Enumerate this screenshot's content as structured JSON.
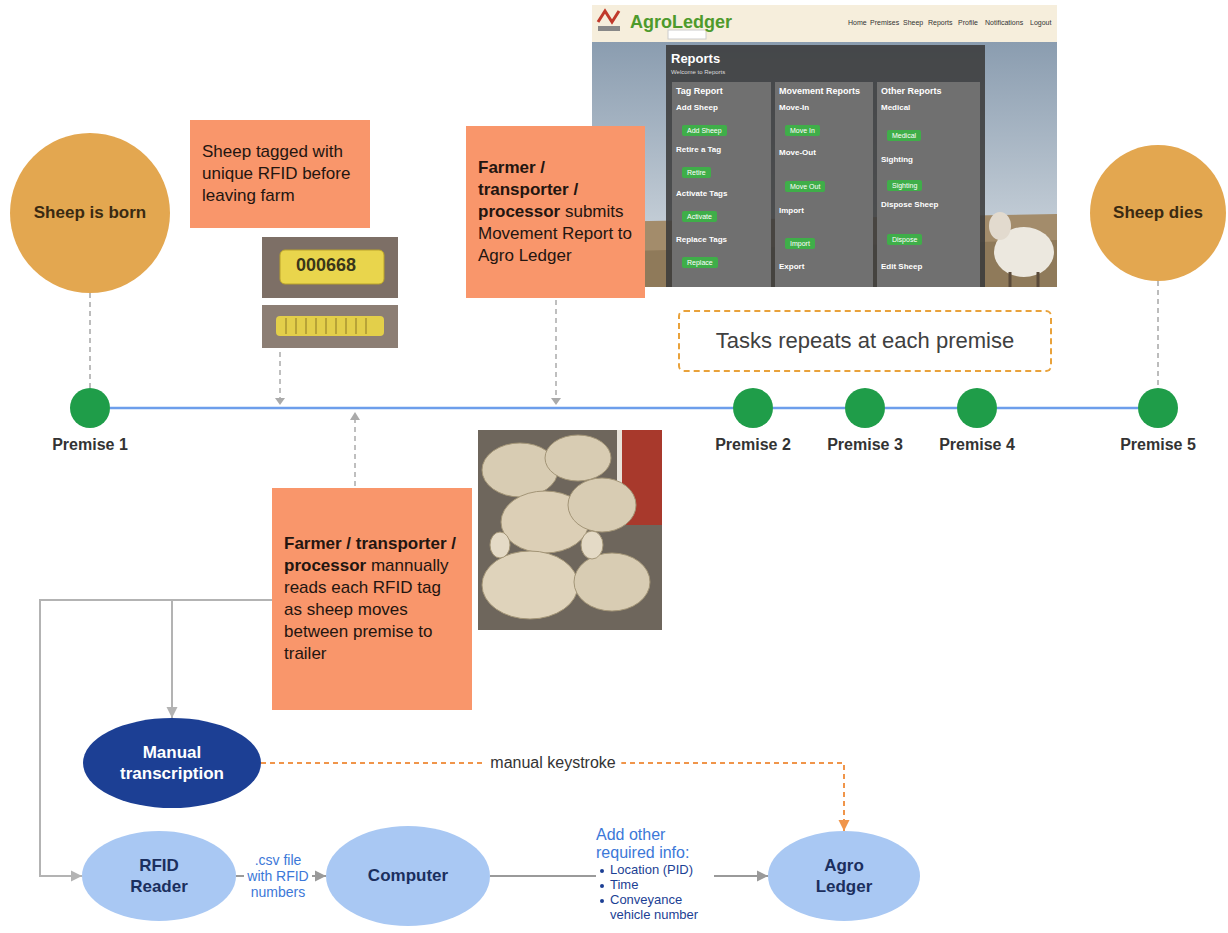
{
  "diagram": {
    "nodes": [
      {
        "text": [
          "Sheep is born"
        ]
      },
      {
        "text": [
          "Sheep tagged with unique RFID before leaving farm"
        ]
      },
      {
        "text": [
          "Farmer / transporter / processor",
          "submits Movement Report to Agro Ledger"
        ]
      },
      {
        "text": [
          "Sheep dies"
        ]
      },
      {
        "text": [
          "Tasks repeats at each premise"
        ]
      },
      {
        "text": [
          "Premise 1"
        ]
      },
      {
        "text": [
          "Premise 2"
        ]
      },
      {
        "text": [
          "Premise 3"
        ]
      },
      {
        "text": [
          "Premise 4"
        ]
      },
      {
        "text": [
          "Premise 5"
        ]
      },
      {
        "text": [
          "Farmer / transporter / processor",
          "mannually reads each RFID tag as sheep moves between premise to trailer"
        ]
      },
      {
        "text": [
          "Manual transcription"
        ]
      },
      {
        "text": [
          "RFID Reader"
        ]
      },
      {
        "text": [
          "Computer"
        ]
      },
      {
        "text": [
          "Agro Ledger"
        ]
      }
    ],
    "edges": [
      {
        "from": 0,
        "to": 5,
        "arrow": "none"
      },
      {
        "from": 5,
        "to": 6,
        "arrow": "none"
      },
      {
        "from": 6,
        "to": 7,
        "arrow": "none"
      },
      {
        "from": 7,
        "to": 8,
        "arrow": "none"
      },
      {
        "from": 8,
        "to": 9,
        "arrow": "none"
      },
      {
        "from": 3,
        "to": 9,
        "arrow": "none"
      },
      {
        "from": 10,
        "to": 11,
        "arrow": "to"
      },
      {
        "from": 10,
        "to": 12,
        "arrow": "to"
      },
      {
        "from": 11,
        "to": 14,
        "arrow": "to",
        "label": "manual keystroke"
      },
      {
        "from": 12,
        "to": 13,
        "arrow": "to",
        "label": ".csv file with RFID numbers"
      },
      {
        "from": 13,
        "to": 14,
        "arrow": "to",
        "label": "Add other required info:"
      }
    ],
    "labels": [
      "000668",
      "AgroLedger",
      "Home",
      "Premises",
      "Sheep",
      "Reports",
      "Profile",
      "Notifications",
      "Logout",
      "Reports",
      "Tag Report",
      "Add Sheep",
      "Add Sheep",
      "Retire a Tag",
      "Retire",
      "Activate Tags",
      "Activate",
      "Replace Tags",
      "Replace",
      "Movement Reports",
      "Move-In",
      "Move In",
      "Move-Out",
      "Move Out",
      "Import",
      "Import",
      "Export",
      "Other Reports",
      "Medical",
      "Medical",
      "Sighting",
      "Sighting",
      "Dispose Sheep",
      "Dispose",
      "Edit Sheep",
      "Location (PID)",
      "Time",
      "Conveyance vehicle number",
      "Welcome to Reports"
    ]
  }
}
